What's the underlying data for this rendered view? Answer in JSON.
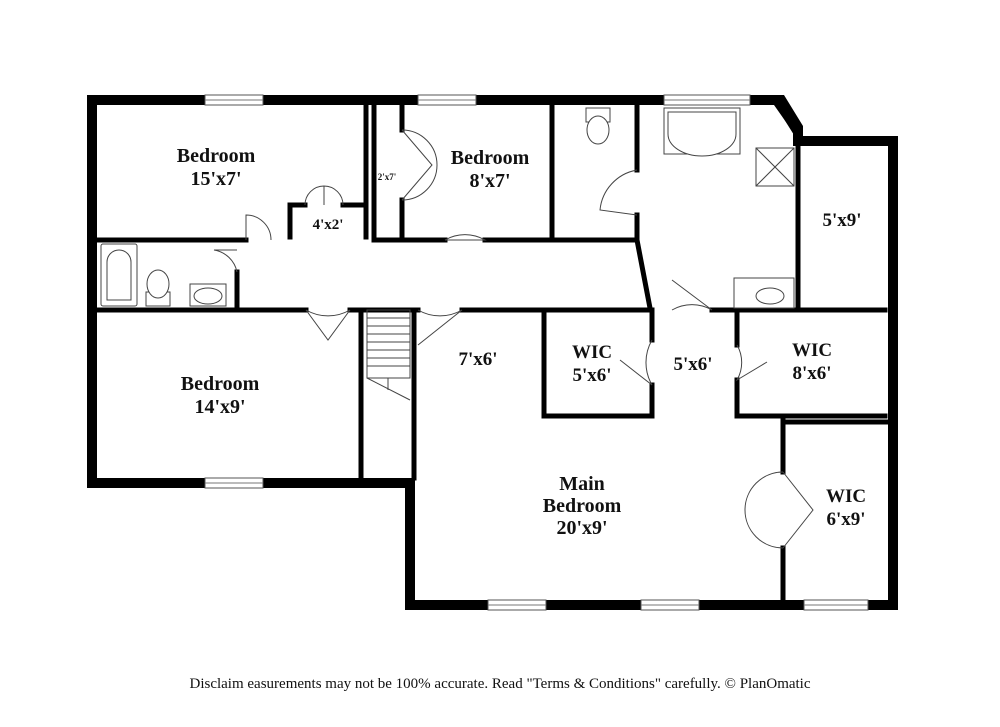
{
  "rooms": {
    "bedroom_top_left": {
      "name": "Bedroom",
      "size": "15'x7'"
    },
    "closet_small": {
      "size": "4'x2'"
    },
    "closet_tiny": {
      "size": "2'x7'"
    },
    "bedroom_top_mid": {
      "name": "Bedroom",
      "size": "8'x7'"
    },
    "bedroom_left": {
      "name": "Bedroom",
      "size": "14'x9'"
    },
    "hall": {
      "size": "7'x6'"
    },
    "wic_a": {
      "name": "WIC",
      "size": "5'x6'"
    },
    "passage": {
      "size": "5'x6'"
    },
    "wic_b": {
      "name": "WIC",
      "size": "8'x6'"
    },
    "bath_side": {
      "size": "5'x9'"
    },
    "main_bedroom": {
      "line1": "Main",
      "line2": "Bedroom",
      "size": "20'x9'"
    },
    "wic_c": {
      "name": "WIC",
      "size": "6'x9'"
    }
  },
  "disclaimer": "Disclaim   easurements may not be 100% accurate. Read \"Terms & Conditions\" carefully. © PlanOmatic"
}
